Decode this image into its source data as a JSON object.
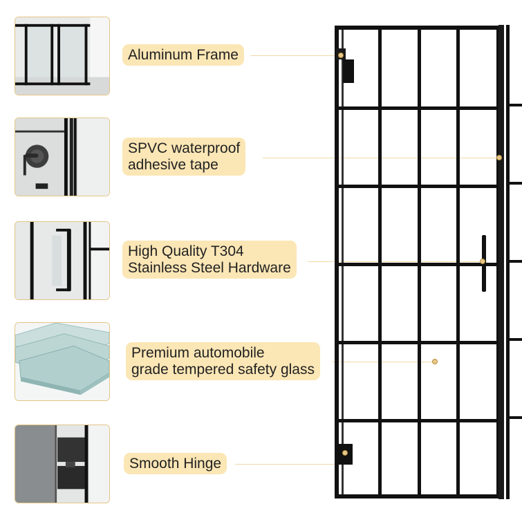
{
  "features": [
    {
      "id": "aluminum-frame",
      "lines": [
        "Aluminum Frame"
      ],
      "icon": "window-frame-icon"
    },
    {
      "id": "spvc-tape",
      "lines": [
        "SPVC waterproof",
        "adhesive tape"
      ],
      "icon": "valve-handle-icon"
    },
    {
      "id": "t304-hardware",
      "lines": [
        "High Quality T304",
        "Stainless Steel Hardware"
      ],
      "icon": "door-handle-icon"
    },
    {
      "id": "tempered-glass",
      "lines": [
        "Premium automobile",
        "grade tempered safety glass"
      ],
      "icon": "glass-panes-icon"
    },
    {
      "id": "smooth-hinge",
      "lines": [
        "Smooth Hinge"
      ],
      "icon": "hinge-icon"
    }
  ],
  "colors": {
    "label_bg": "#fbe6b5",
    "thumb_border": "#e3c585",
    "frame": "#111111",
    "leader": "#efd9a8",
    "dot": "#e7c98a"
  }
}
